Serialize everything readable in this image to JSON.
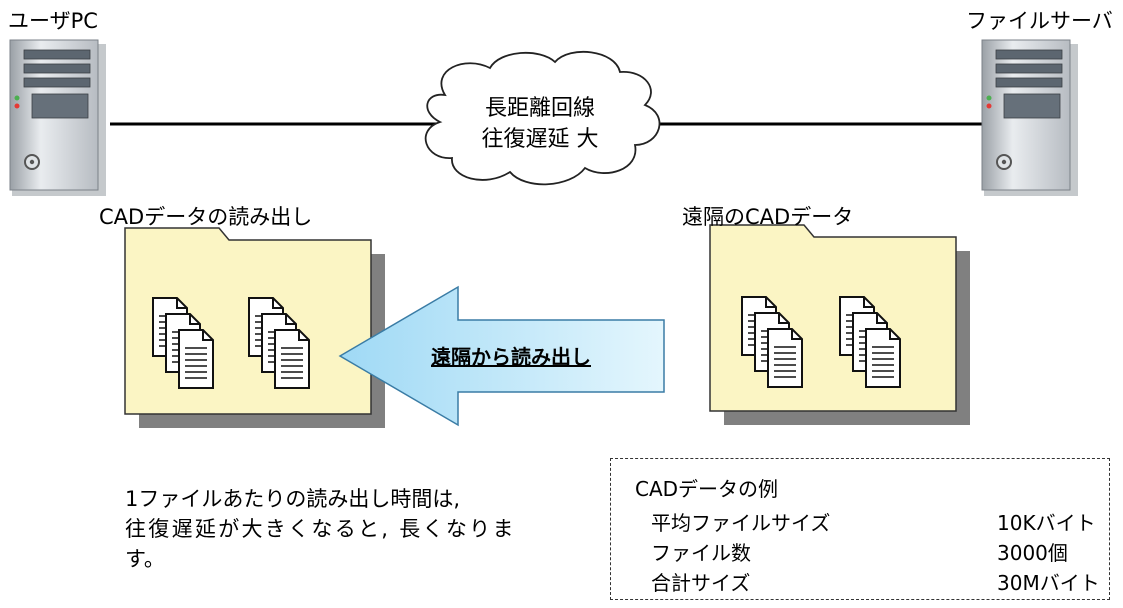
{
  "diagram": {
    "user_pc_label": "ユーザPC",
    "file_server_label": "ファイルサーバ",
    "network": {
      "line1": "長距離回線",
      "line2": "往復遅延 大"
    },
    "read_label": "CADデータの読み出し",
    "remote_label": "遠隔のCADデータ",
    "arrow_label": "遠隔から読み出し",
    "note": {
      "line1": "1ファイルあたりの読み出し時間は,",
      "line2": "往復遅延が大きくなると, 長くなりま",
      "line3": "す。"
    },
    "example": {
      "title": "CADデータの例",
      "rows": [
        {
          "label": "平均ファイルサイズ",
          "value": "10Kバイト"
        },
        {
          "label": "ファイル数",
          "value": "3000個"
        },
        {
          "label": "合計サイズ",
          "value": "30Mバイト"
        }
      ]
    }
  }
}
